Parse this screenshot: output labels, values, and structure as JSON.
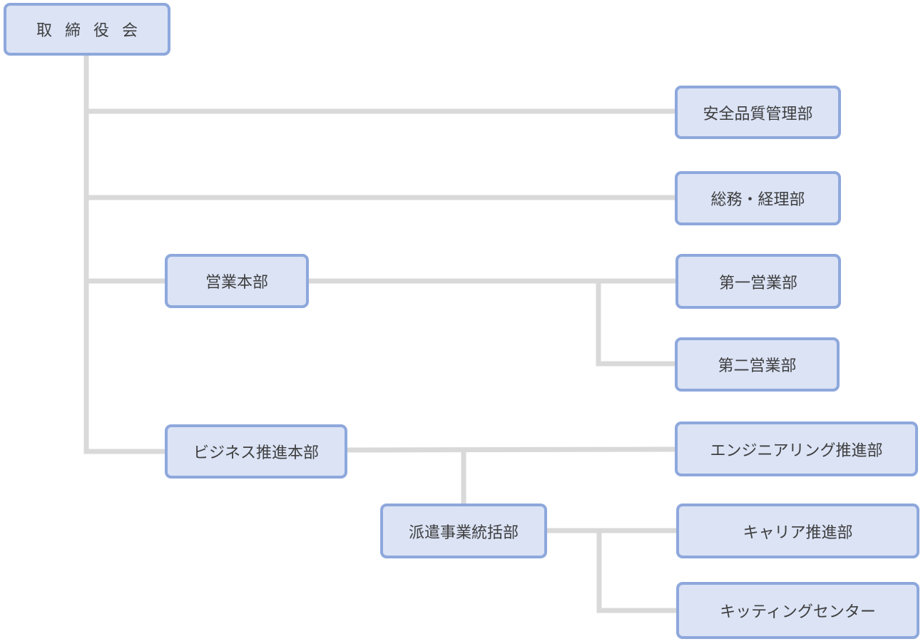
{
  "org_chart": {
    "board": "取締役会",
    "safety_quality_dept": "安全品質管理部",
    "general_accounting_dept": "総務・経理部",
    "sales_hq": "営業本部",
    "sales_dept_1": "第一営業部",
    "sales_dept_2": "第二営業部",
    "business_promotion_hq": "ビジネス推進本部",
    "engineering_promotion_dept": "エンジニアリング推進部",
    "dispatch_business_dept": "派遣事業統括部",
    "career_promotion_dept": "キャリア推進部",
    "kitting_center": "キッティングセンター"
  },
  "colors": {
    "box_fill": "#dbe3f5",
    "box_border": "#8ea8dc",
    "connector": "#d9d9d9",
    "text": "#3e3e3e"
  }
}
